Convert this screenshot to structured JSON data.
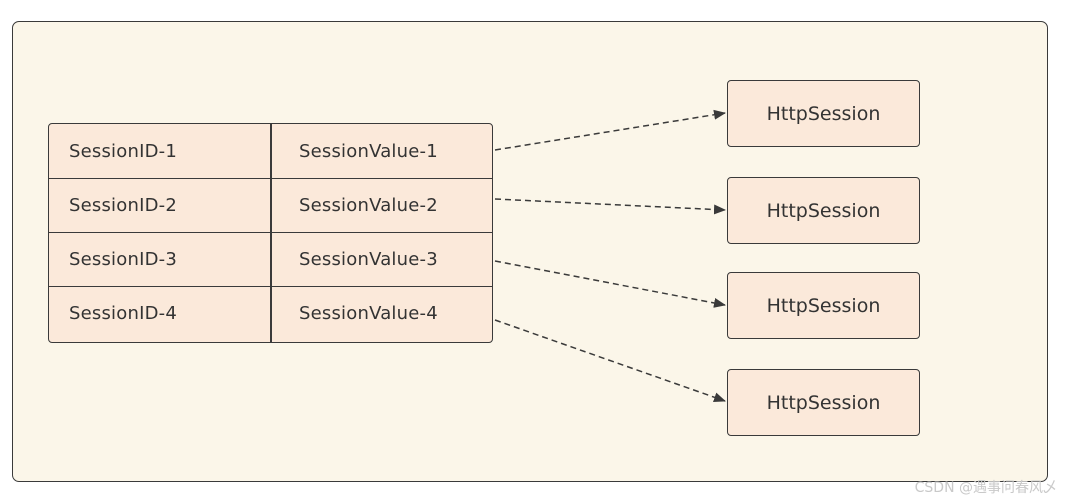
{
  "table": {
    "rows": [
      {
        "key": "SessionID-1",
        "value": "SessionValue-1"
      },
      {
        "key": "SessionID-2",
        "value": "SessionValue-2"
      },
      {
        "key": "SessionID-3",
        "value": "SessionValue-3"
      },
      {
        "key": "SessionID-4",
        "value": "SessionValue-4"
      }
    ]
  },
  "targets": [
    {
      "label": "HttpSession"
    },
    {
      "label": "HttpSession"
    },
    {
      "label": "HttpSession"
    },
    {
      "label": "HttpSession"
    }
  ],
  "colors": {
    "canvas_bg": "#fbf6e9",
    "box_fill": "#fbe9da",
    "stroke": "#3a3a3a"
  },
  "watermark": "CSDN @遇事问春风乄"
}
